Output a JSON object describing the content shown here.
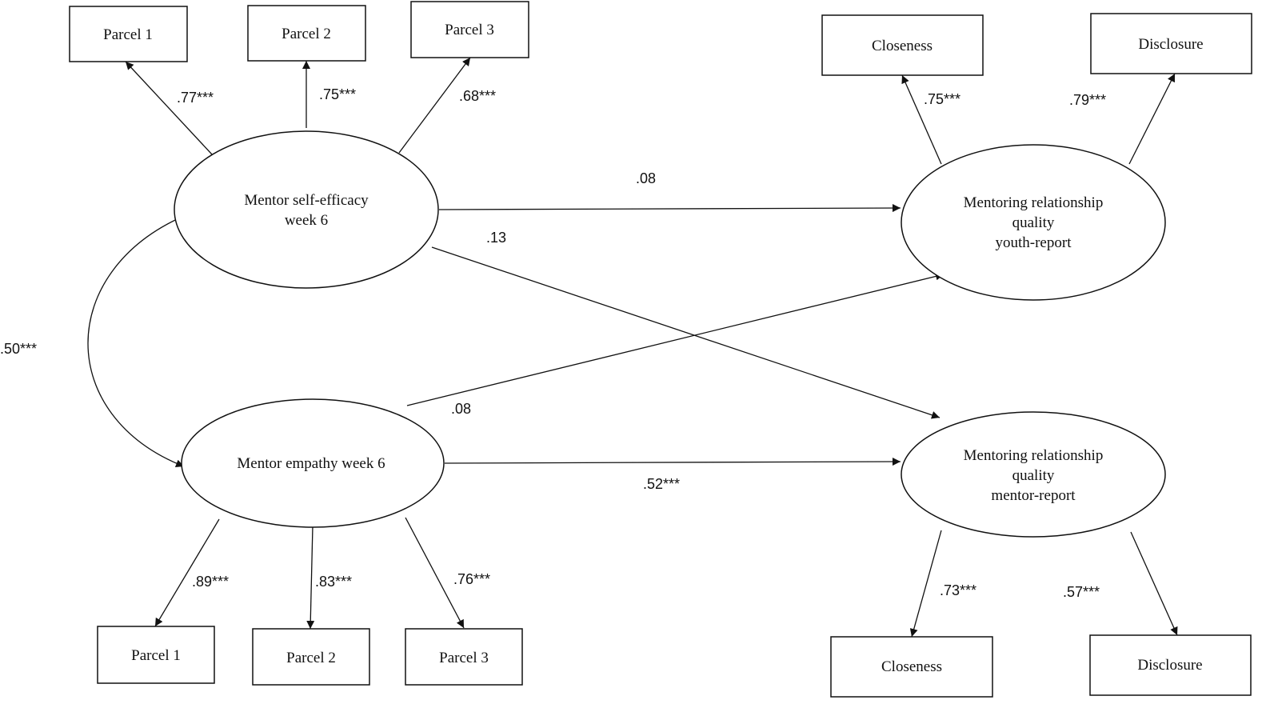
{
  "indicators": {
    "se_parcel_1": "Parcel 1",
    "se_parcel_2": "Parcel 2",
    "se_parcel_3": "Parcel 3",
    "emp_parcel_1": "Parcel 1",
    "emp_parcel_2": "Parcel 2",
    "emp_parcel_3": "Parcel 3",
    "youth_closeness": "Closeness",
    "youth_disclosure": "Disclosure",
    "mentor_closeness": "Closeness",
    "mentor_disclosure": "Disclosure"
  },
  "latent_variables": {
    "self_efficacy": [
      "Mentor self-efficacy",
      "week 6"
    ],
    "empathy": [
      "Mentor empathy week 6"
    ],
    "youth_quality": [
      "Mentoring relationship",
      "quality",
      "youth-report"
    ],
    "mentor_quality": [
      "Mentoring relationship",
      "quality",
      "mentor-report"
    ]
  },
  "loadings": {
    "se_parcel_1": ".77***",
    "se_parcel_2": ".75***",
    "se_parcel_3": ".68***",
    "emp_parcel_1": ".89***",
    "emp_parcel_2": ".83***",
    "emp_parcel_3": ".76***",
    "youth_closeness": ".75***",
    "youth_disclosure": ".79***",
    "mentor_closeness": ".73***",
    "mentor_disclosure": ".57***"
  },
  "paths": {
    "self_efficacy_to_youth": ".08",
    "self_efficacy_to_mentor": ".13",
    "empathy_to_youth": ".08",
    "empathy_to_mentor": ".52***"
  },
  "covariance": {
    "self_efficacy_with_empathy": ".50***"
  }
}
